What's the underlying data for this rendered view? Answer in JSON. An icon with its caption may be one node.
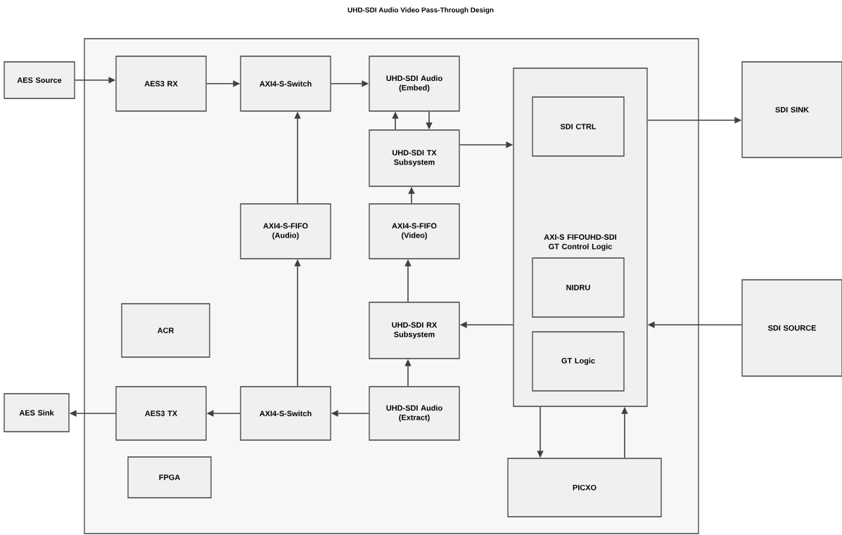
{
  "diagram": {
    "title": "UHD-SDI Audio Video Pass-Through Design",
    "nodes": [
      {
        "text": [],
        "shape": "box"
      },
      {
        "text": [
          "AES Source"
        ]
      },
      {
        "text": [
          "AES3 RX"
        ],
        "in": 0
      },
      {
        "text": [
          "AXI4-S-Switch"
        ],
        "in": 0
      },
      {
        "text": [
          "UHD-SDI Audio (Embed)"
        ],
        "in": 0
      },
      {
        "text": [
          "UHD-SDI TX Subsystem"
        ],
        "in": 0
      },
      {
        "text": [
          "AXI-S FIFOUHD-SDI GT Control Logic"
        ],
        "in": 0
      },
      {
        "text": [
          "SDI CTRL"
        ],
        "in": 6
      },
      {
        "text": [
          "NIDRU"
        ],
        "in": 6
      },
      {
        "text": [
          "GT Logic"
        ],
        "in": 6
      },
      {
        "text": [
          "SDI SINK"
        ]
      },
      {
        "text": [
          "AXI4-S-FIFO (Audio)"
        ],
        "in": 0
      },
      {
        "text": [
          "AXI4-S-FIFO (Video)"
        ],
        "in": 0
      },
      {
        "text": [
          "ACR"
        ],
        "in": 0
      },
      {
        "text": [
          "UHD-SDI RX Subsystem"
        ],
        "in": 0
      },
      {
        "text": [
          "SDI SOURCE"
        ]
      },
      {
        "text": [
          "AES Sink"
        ]
      },
      {
        "text": [
          "AES3 TX"
        ],
        "in": 0
      },
      {
        "text": [
          "AXI4-S-Switch"
        ],
        "in": 0
      },
      {
        "text": [
          "UHD-SDI Audio (Extract)"
        ],
        "in": 0
      },
      {
        "text": [
          "FPGA"
        ],
        "in": 0
      },
      {
        "text": [
          "PICXO"
        ],
        "in": 0
      }
    ],
    "edges": [
      {
        "from": 1,
        "to": 2,
        "arrow": "to"
      },
      {
        "from": 2,
        "to": 3,
        "arrow": "to"
      },
      {
        "from": 3,
        "to": 4,
        "arrow": "to"
      },
      {
        "from": 4,
        "to": 5,
        "arrow": "to"
      },
      {
        "from": 5,
        "to": 4,
        "arrow": "to"
      },
      {
        "from": 5,
        "to": 6,
        "arrow": "to"
      },
      {
        "from": 6,
        "to": 10,
        "arrow": "to"
      },
      {
        "from": 15,
        "to": 6,
        "arrow": "to"
      },
      {
        "from": 6,
        "to": 14,
        "arrow": "to"
      },
      {
        "from": 12,
        "to": 5,
        "arrow": "to"
      },
      {
        "from": 11,
        "to": 3,
        "arrow": "to"
      },
      {
        "from": 14,
        "to": 12,
        "arrow": "to"
      },
      {
        "from": 19,
        "to": 14,
        "arrow": "to"
      },
      {
        "from": 18,
        "to": 11,
        "arrow": "to"
      },
      {
        "from": 19,
        "to": 18,
        "arrow": "to"
      },
      {
        "from": 18,
        "to": 17,
        "arrow": "to"
      },
      {
        "from": 17,
        "to": 16,
        "arrow": "to"
      },
      {
        "from": 6,
        "to": 21,
        "arrow": "to"
      },
      {
        "from": 21,
        "to": 6,
        "arrow": "to"
      }
    ]
  }
}
